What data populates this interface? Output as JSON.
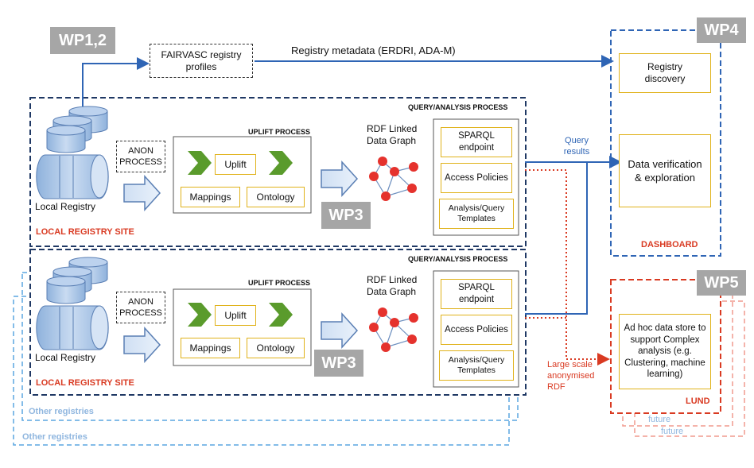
{
  "wp_labels": {
    "wp12": "WP1,2",
    "wp4": "WP4",
    "wp5": "WP5",
    "wp3_a": "WP3",
    "wp3_b": "WP3"
  },
  "fairvasc_box": "FAIRVASC registry profiles",
  "registry_metadata": "Registry metadata  (ERDRI, ADA-M)",
  "dashboard": {
    "registry_discovery": "Registry discovery",
    "data_verification": "Data verification & exploration",
    "label": "DASHBOARD"
  },
  "query_results": "Query results",
  "lund": {
    "box_text": "Ad hoc data store to support Complex analysis (e.g. Clustering, machine learning)",
    "label": "LUND",
    "future_1": "future",
    "future_2": "future"
  },
  "large_scale_rdf": "Large   scale anonymised RDF",
  "sites": [
    {
      "query_process": "QUERY/ANALYSIS PROCESS",
      "uplift_process": "UPLIFT PROCESS",
      "anon_process": "ANON PROCESS",
      "uplift": "Uplift",
      "mappings": "Mappings",
      "ontology": "Ontology",
      "rdf_graph": "RDF Linked Data Graph",
      "sparql": "SPARQL endpoint",
      "access": "Access Policies",
      "templates": "Analysis/Query Templates",
      "local_registry": "Local Registry",
      "site_label": "LOCAL REGISTRY SITE"
    },
    {
      "query_process": "QUERY/ANALYSIS PROCESS",
      "uplift_process": "UPLIFT PROCESS",
      "anon_process": "ANON PROCESS",
      "uplift": "Uplift",
      "mappings": "Mappings",
      "ontology": "Ontology",
      "rdf_graph": "RDF Linked Data Graph",
      "sparql": "SPARQL endpoint",
      "access": "Access Policies",
      "templates": "Analysis/Query Templates",
      "local_registry": "Local Registry",
      "site_label": "LOCAL REGISTRY SITE"
    }
  ],
  "other_registries_1": "Other registries",
  "other_registries_2": "Other registries",
  "colors": {
    "dark_navy": "#1f3864",
    "blue": "#2f65b5",
    "light_blue": "#8fb6df",
    "red": "#d93a22",
    "light_red": "#f19a8e",
    "yellow_border": "#e0b21a",
    "green_chevron": "#5a9b2c",
    "node_red": "#e5322d",
    "wp_grey": "#a6a6a6"
  }
}
